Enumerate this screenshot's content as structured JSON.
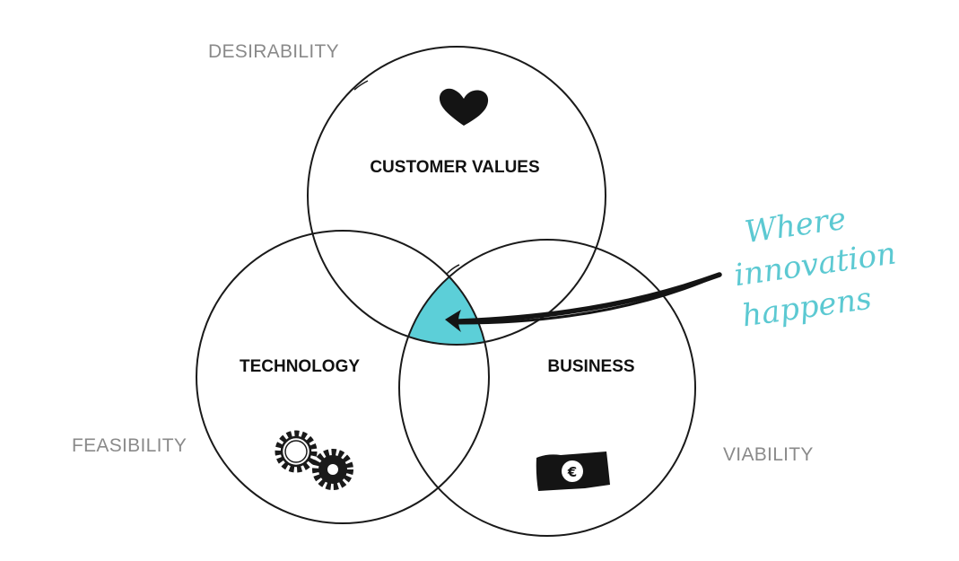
{
  "dimensions": {
    "desirability": "DESIRABILITY",
    "feasibility": "FEASIBILITY",
    "viability": "VIABILITY"
  },
  "circles": {
    "customer_values": "CUSTOMER VALUES",
    "technology": "TECHNOLOGY",
    "business": "BUSINESS"
  },
  "annotation": {
    "line1": "Where",
    "line2": "innovation",
    "line3": "happens"
  },
  "icons": {
    "customer_values": "heart-icon",
    "technology": "gears-icon",
    "business": "euro-banknote-icon"
  },
  "currency_symbol": "€",
  "colors": {
    "intersection": "#5ccfd8",
    "annotation": "#5cc9d2",
    "stroke": "#1a1a1a",
    "dimension_text": "#8a8a8a"
  }
}
